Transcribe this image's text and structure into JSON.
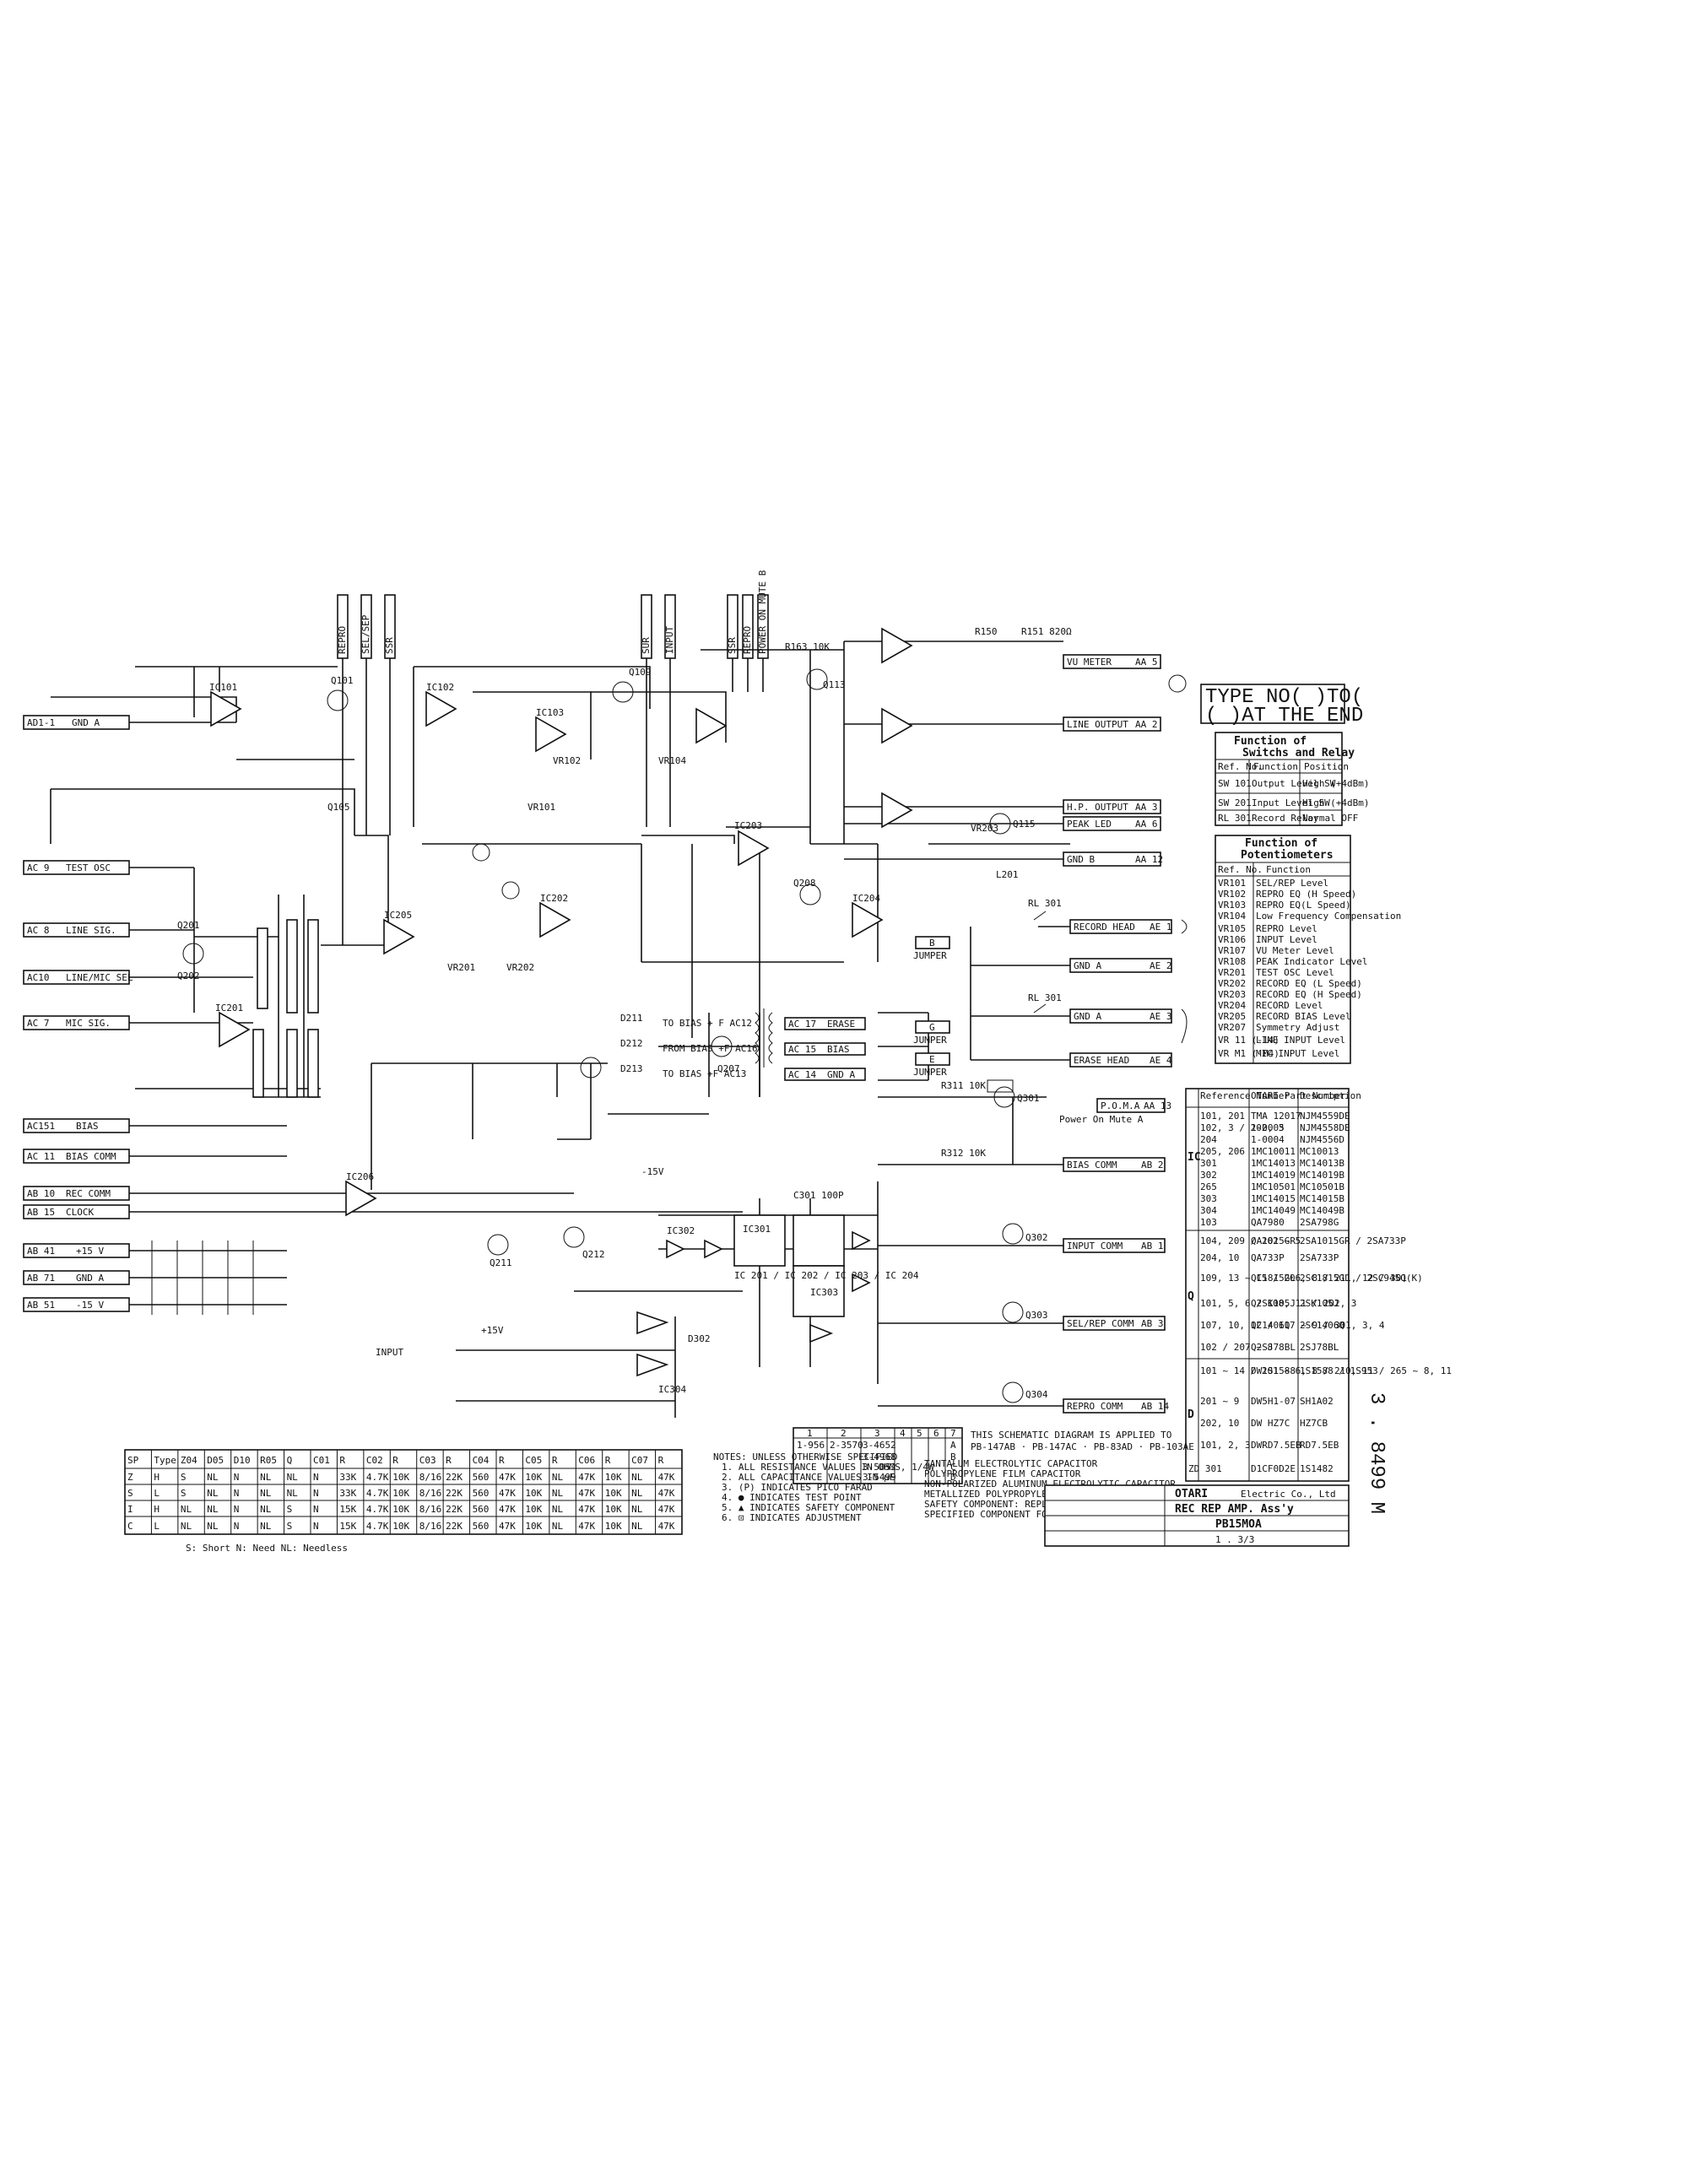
{
  "connectors_left": [
    {
      "ref": "AD1-1",
      "label": "GND A"
    },
    {
      "ref": "AC 9",
      "label": "TEST OSC"
    },
    {
      "ref": "AC 8",
      "label": "LINE SIG."
    },
    {
      "ref": "AC10",
      "label": "LINE/MIC SEL"
    },
    {
      "ref": "AC 7",
      "label": "MIC SIG."
    },
    {
      "ref": "AC151",
      "label": "BIAS"
    },
    {
      "ref": "AC 11",
      "label": "BIAS COMM"
    },
    {
      "ref": "AB 10",
      "label": "REC COMM"
    },
    {
      "ref": "AB 15",
      "label": "CLOCK"
    },
    {
      "ref": "AB 41",
      "label": "+15 V"
    },
    {
      "ref": "AB 71",
      "label": "GND A"
    },
    {
      "ref": "AB 51",
      "label": "-15 V"
    }
  ],
  "connectors_top": [
    "REPRO",
    "SEL/SEP",
    "SSR",
    "SUR",
    "INPUT",
    "SSR",
    "REPRO",
    "POWER ON MUTE B"
  ],
  "connectors_right": [
    {
      "ref": "AA 5",
      "label": "VU METER"
    },
    {
      "ref": "AA 2",
      "label": "LINE OUTPUT"
    },
    {
      "ref": "AA 3",
      "label": "H.P. OUTPUT"
    },
    {
      "ref": "AA 6",
      "label": "PEAK LED"
    },
    {
      "ref": "AA 12",
      "label": "GND B"
    },
    {
      "ref": "AE 1",
      "label": "RECORD HEAD"
    },
    {
      "ref": "AE 2",
      "label": "GND A"
    },
    {
      "ref": "AE 3",
      "label": "GND A"
    },
    {
      "ref": "AE 4",
      "label": "ERASE HEAD"
    },
    {
      "ref": "AA 13",
      "label": "P.O.M.A"
    },
    {
      "ref": "AB 2",
      "label": "BIAS COMM"
    },
    {
      "ref": "AB 1",
      "label": "INPUT COMM"
    },
    {
      "ref": "AB 3",
      "label": "SEL/REP COMM"
    },
    {
      "ref": "AB 14",
      "label": "REPRO COMM"
    }
  ],
  "bias_labels": [
    "TO BIAS + F AC12",
    "FROM BIAS +F AC16",
    "TO BIAS +F AC13"
  ],
  "bias_ports": [
    {
      "ref": "AC 17",
      "label": "ERASE"
    },
    {
      "ref": "AC 15",
      "label": "BIAS"
    },
    {
      "ref": "AC 14",
      "label": "GND A"
    }
  ],
  "jumpers": [
    {
      "letter": "B",
      "label": "JUMPER"
    },
    {
      "letter": "G",
      "label": "JUMPER"
    },
    {
      "letter": "E",
      "label": "JUMPER"
    }
  ],
  "relays": [
    "RL 301",
    "RL 301"
  ],
  "inline_refs": {
    "q201": "Q201",
    "q202": "Q202",
    "q101": "Q101",
    "q105": "Q105",
    "q109": "Q109",
    "q113": "Q113",
    "q115": "Q115",
    "q208": "Q208",
    "q207": "Q207",
    "q301": "Q301",
    "q302": "Q302",
    "q303": "Q303",
    "q304": "Q304",
    "q211": "Q211",
    "q212": "Q212",
    "ic101": "IC101",
    "ic102": "IC102",
    "ic103": "IC103",
    "ic201": "IC201",
    "ic202": "IC202",
    "ic203": "IC203",
    "ic204": "IC204",
    "ic205": "IC205",
    "ic206": "IC206",
    "ic301": "IC301",
    "ic302": "IC302",
    "ic303": "IC303",
    "ic304": "IC304",
    "r150": "R150",
    "r151": "R151 820Ω",
    "r163": "R163 10K",
    "r312": "R312 10K",
    "r311": "R311 10K",
    "vr101": "VR101",
    "vr102": "VR102",
    "vr104": "VR104",
    "vr201": "VR201",
    "vr202": "VR202",
    "vr203": "VR203",
    "c301": "C301 100P",
    "d211": "D211",
    "d212": "D212",
    "d213": "D213",
    "d302": "D302",
    "l201": "L201",
    "input": "INPUT",
    "v15a": "+15V",
    "v15b": "-15V",
    "pwr_mute_a": "Power On Mute A",
    "ic_group": "IC 201 / IC 202 / IC 203 / IC 204"
  },
  "type_note": [
    "TYPE NO(  )TO(",
    "(  )AT THE END"
  ],
  "switch_table": {
    "title": [
      "Function of",
      "Switchs and Relay"
    ],
    "headers": [
      "Ref. No.",
      "Function",
      "Position"
    ],
    "rows": [
      [
        "SW 101",
        "Output Level SW",
        "High (+4dBm)"
      ],
      [
        "SW 201",
        "Input Level SW",
        "High (+4dBm)"
      ],
      [
        "RL 301",
        "Record Relay",
        "Normal OFF"
      ]
    ]
  },
  "pot_table": {
    "title": [
      "Function of",
      "Potentiometers"
    ],
    "headers": [
      "Ref. No.",
      "Function"
    ],
    "rows": [
      [
        "VR101",
        "SEL/REP Level"
      ],
      [
        "VR102",
        "REPRO EQ (H Speed)"
      ],
      [
        "VR103",
        "REPRO EQ(L Speed)"
      ],
      [
        "VR104",
        "Low Frequency Compensation"
      ],
      [
        "VR105",
        "REPRO Level"
      ],
      [
        "VR106",
        "INPUT Level"
      ],
      [
        "VR107",
        "VU Meter Level"
      ],
      [
        "VR108",
        "PEAK Indicator Level"
      ],
      [
        "VR201",
        "TEST OSC Level"
      ],
      [
        "VR202",
        "RECORD EQ (L Speed)"
      ],
      [
        "VR203",
        "RECORD EQ (H Speed)"
      ],
      [
        "VR204",
        "RECORD Level"
      ],
      [
        "VR205",
        "RECORD BIAS Level"
      ],
      [
        "VR207",
        "Symmetry Adjust"
      ],
      [
        "VR 11 (-14)",
        "LINE INPUT Level"
      ],
      [
        "VR M1 (-M4)",
        "MIC INPUT Level"
      ]
    ]
  },
  "parts_table": {
    "headers": [
      "Reference Number",
      "OTARI Part Number",
      "Description"
    ],
    "groups": [
      {
        "cat": "IC",
        "rows": [
          [
            "101, 201",
            "TMA 12017",
            "NJM4559DE"
          ],
          [
            "102, 3 / 202, 3",
            "1-0005",
            "NJM4558DE"
          ],
          [
            "204",
            "1-0004",
            "NJM4556D"
          ],
          [
            "205, 206",
            "1MC10011",
            "MC10013"
          ],
          [
            "301",
            "1MC14013",
            "MC14013B"
          ],
          [
            "302",
            "1MC14019",
            "MC14019B"
          ],
          [
            "265",
            "1MC10501",
            "MC10501B"
          ],
          [
            "303",
            "1MC14015",
            "MC14015B"
          ],
          [
            "304",
            "1MC14049",
            "MC14049B"
          ],
          [
            "103",
            "QA7980",
            "2SA798G"
          ]
        ]
      },
      {
        "cat": "Q",
        "rows": [
          [
            "104, 209 / 202 ~ 5",
            "QA1015GR",
            "2SA1015GR / 2SA733P"
          ],
          [
            "204, 10",
            "QA733P",
            "2SA733P"
          ],
          [
            "109, 13 ~ 15 / 206, 8 / 211, 12 / 301",
            "QC1815GL",
            "2SC1815GL / 2SC945Q(K)"
          ],
          [
            "101, 5, 6 / 108, 11 / 202, 3",
            "Q2SK105J",
            "2SK105J"
          ],
          [
            "107, 10, 12 / 117 ~ 9 / 301, 3, 4",
            "QC1406Q",
            "2SC1406Q"
          ],
          [
            "102 / 207 ~ 8",
            "Q2SJ78BL",
            "2SJ78BL"
          ]
        ]
      },
      {
        "cat": "D",
        "rows": [
          [
            "101 ~ 14 / 201 ~ 6, 8 / 210, 11 / 265 ~ 8, 11",
            "DW1S1588",
            "1S1588 / 1S953"
          ],
          [
            "201 ~ 9",
            "DW5H1-07",
            "SH1A02"
          ],
          [
            "202, 10",
            "DW HZ7C",
            "HZ7CB"
          ],
          [
            "101, 2, 3",
            "DWRD7.5EB",
            "RD7.5EB"
          ],
          [
            "ZD 301",
            "D1CF0D2E",
            "1S1482"
          ]
        ]
      }
    ]
  },
  "rev_table": {
    "headers": [
      "1",
      "2",
      "3",
      "4",
      "5",
      "6",
      "7"
    ],
    "rows": [
      [
        "1-956",
        "2-3570",
        "3-4652",
        "",
        "",
        "",
        "A"
      ],
      [
        "",
        "",
        "3-4968",
        "",
        "",
        "",
        "B"
      ],
      [
        "",
        "",
        "3-5052",
        "",
        "",
        "",
        "C"
      ],
      [
        "",
        "",
        "3-5499",
        "",
        "",
        "",
        "D"
      ]
    ]
  },
  "note_applied": [
    "THIS SCHEMATIC DIAGRAM IS APPLIED TO",
    "PB-147AB · PB-147AC · PB-83AD · PB-103AE"
  ],
  "variant_table": {
    "headers": [
      "SP",
      "Type",
      "Z04",
      "D05",
      "D10",
      "R05",
      "Q",
      "C01",
      "R",
      "C02",
      "R",
      "C03",
      "R",
      "C04",
      "R",
      "C05",
      "R",
      "C06",
      "R",
      "C07",
      "R"
    ],
    "rows": [
      [
        "Z",
        "H",
        "S",
        "NL",
        "N",
        "NL",
        "NL",
        "N",
        "33K",
        "4.7K",
        "10K",
        "8/16",
        "22K",
        "560",
        "47K",
        "10K",
        "NL",
        "47K",
        "10K",
        "NL",
        "47K"
      ],
      [
        "S",
        "L",
        "S",
        "NL",
        "N",
        "NL",
        "NL",
        "N",
        "33K",
        "4.7K",
        "10K",
        "8/16",
        "22K",
        "560",
        "47K",
        "10K",
        "NL",
        "47K",
        "10K",
        "NL",
        "47K"
      ],
      [
        "I",
        "H",
        "NL",
        "NL",
        "N",
        "NL",
        "S",
        "N",
        "15K",
        "4.7K",
        "10K",
        "8/16",
        "22K",
        "560",
        "47K",
        "10K",
        "NL",
        "47K",
        "10K",
        "NL",
        "47K"
      ],
      [
        "C",
        "L",
        "NL",
        "NL",
        "N",
        "NL",
        "S",
        "N",
        "15K",
        "4.7K",
        "10K",
        "8/16",
        "22K",
        "560",
        "47K",
        "10K",
        "NL",
        "47K",
        "10K",
        "NL",
        "47K"
      ]
    ],
    "legend": "S: Short   N: Need   NL: Needless"
  },
  "notes": [
    "NOTES: UNLESS OTHERWISE SPECIFIED",
    "1. ALL RESISTANCE VALUES IN OHMS, 1/4W",
    "2. ALL CAPACITANCE VALUES IN µF",
    "3. (P) INDICATES PICO FARAD",
    "4. ● INDICATES TEST POINT",
    "5. ▲ INDICATES SAFETY COMPONENT",
    "6. ⊡ INDICATES ADJUSTMENT"
  ],
  "notes_right": [
    "TANTALUM ELECTROLYTIC CAPACITOR",
    "POLYPROPYLENE FILM CAPACITOR",
    "NON-POLARIZED ALUMINUM ELECTROLYTIC CAPACITOR",
    "METALLIZED POLYPROPYLENE CAPACITOR",
    "SAFETY COMPONENT: REPLACE ONLY WITH THE",
    "SPECIFIED COMPONENT FOR SAFETY REASON"
  ],
  "title_block": {
    "company": "OTARI",
    "subtitle": "Electric Co., Ltd",
    "title": "REC REP AMP. Ass'y",
    "part_no": "PB15MOA",
    "sheet": "1 . 3/3"
  },
  "rotated_label": "3 . 8499 M"
}
